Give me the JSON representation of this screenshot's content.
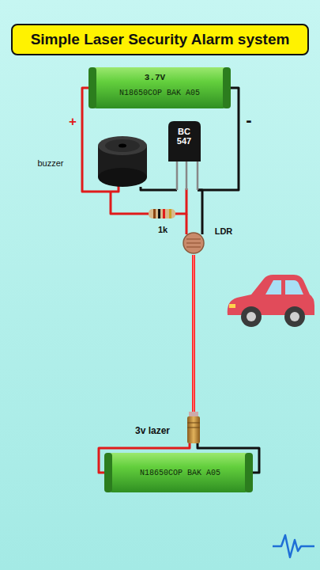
{
  "diagram": {
    "title": "Simple Laser Security Alarm system",
    "labels": [
      "3.7V",
      "N18650COP BAK A05",
      "+",
      "-",
      "buzzer",
      "BC 547",
      "1k",
      "LDR",
      "3v lazer",
      "N18650COP BAK A05"
    ]
  }
}
